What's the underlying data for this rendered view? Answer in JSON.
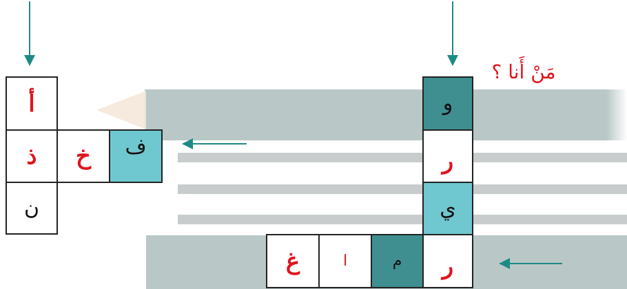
{
  "title": "مَنْ أَنا ؟",
  "colors": {
    "band": "#b9c7c7",
    "teal_light": "#6fc7cf",
    "teal_dark": "#3f8f91",
    "letter_red": "#e0141e",
    "arrow": "#1e8a86"
  },
  "left_puzzle": {
    "vertical": [
      "أ",
      "ذ",
      "ن"
    ],
    "horizontal": [
      "ف",
      "خ",
      "ذ"
    ]
  },
  "right_puzzle": {
    "vertical": [
      "و",
      "ر",
      "ي",
      "ر"
    ],
    "horizontal": [
      "ر",
      "م",
      "ا",
      "غ"
    ]
  }
}
